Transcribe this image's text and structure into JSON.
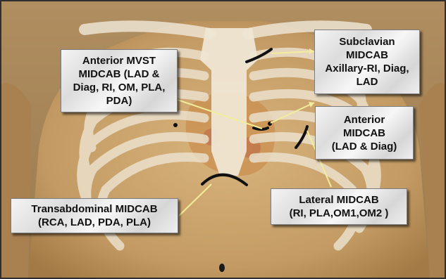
{
  "labels": {
    "anterior_mvst": [
      "Anterior MVST",
      "MIDCAB (LAD &",
      "Diag, RI, OM, PLA,",
      "PDA)"
    ],
    "subclavian": [
      "Subclavian",
      "MIDCAB",
      "Axillary-RI, Diag,",
      "LAD"
    ],
    "anterior": [
      "Anterior",
      "MIDCAB",
      "(LAD & Diag)"
    ],
    "transabdominal": [
      "Transabdominal MIDCAB",
      "(RCA, LAD, PDA, PLA)"
    ],
    "lateral": [
      "Lateral MIDCAB",
      "(RI, PLA,OM1,OM2 )"
    ]
  },
  "colors": {
    "skin": "#c8a06a",
    "bone": "#ede4d2",
    "leader_line": "#f2ed9a",
    "incision": "#111111",
    "frame": "#2f2f2f"
  }
}
